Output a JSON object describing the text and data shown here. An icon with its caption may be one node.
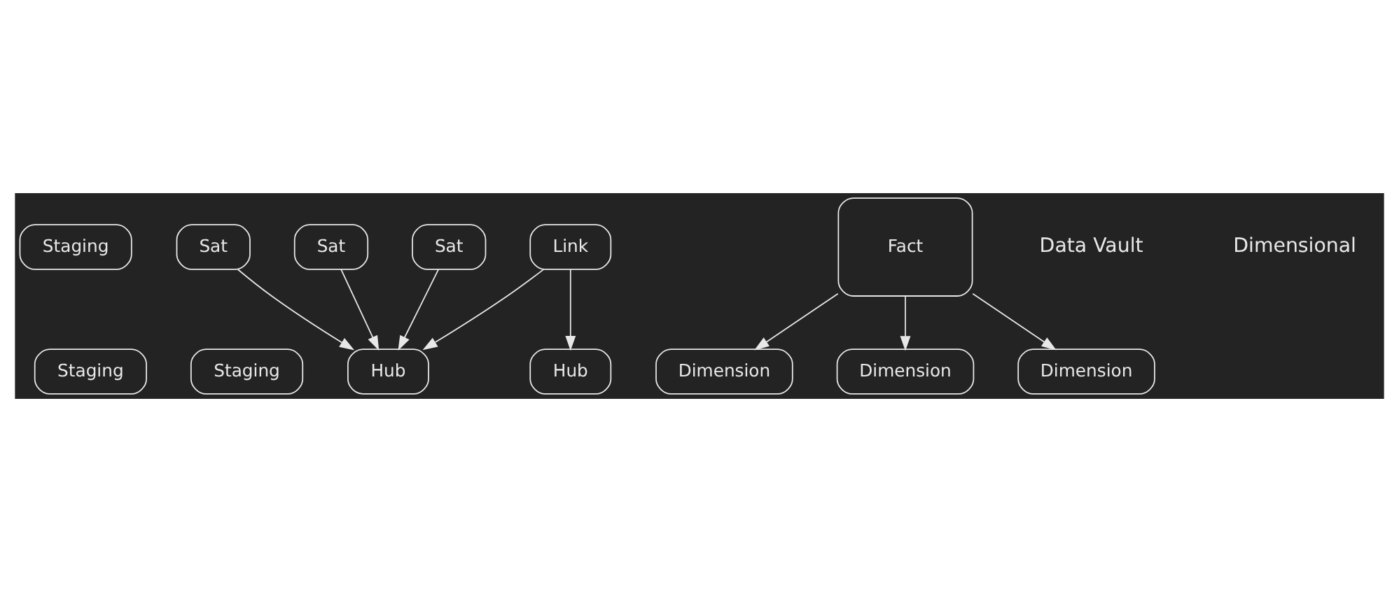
{
  "diagram": {
    "nodes": [
      {
        "text": [
          "Staging"
        ]
      },
      {
        "text": [
          "Staging"
        ]
      },
      {
        "text": [
          "Staging"
        ]
      },
      {
        "text": [
          "Sat"
        ]
      },
      {
        "text": [
          "Sat"
        ]
      },
      {
        "text": [
          "Hub"
        ]
      },
      {
        "text": [
          "Sat"
        ]
      },
      {
        "text": [
          "Link"
        ]
      },
      {
        "text": [
          "Hub"
        ]
      },
      {
        "text": [
          "Dimension"
        ]
      },
      {
        "text": [
          "Dimension"
        ]
      },
      {
        "text": [
          "Fact"
        ]
      },
      {
        "text": [
          "Dimension"
        ]
      }
    ],
    "edges": [
      {
        "from": 3,
        "to": 5,
        "arrow": "to"
      },
      {
        "from": 4,
        "to": 5,
        "arrow": "to"
      },
      {
        "from": 6,
        "to": 5,
        "arrow": "to"
      },
      {
        "from": 7,
        "to": 5,
        "arrow": "to"
      },
      {
        "from": 7,
        "to": 8,
        "arrow": "to"
      },
      {
        "from": 11,
        "to": 9,
        "arrow": "to"
      },
      {
        "from": 11,
        "to": 10,
        "arrow": "to"
      },
      {
        "from": 11,
        "to": 12,
        "arrow": "to"
      }
    ],
    "labels": [
      "Data Vault",
      "Dimensional"
    ]
  }
}
